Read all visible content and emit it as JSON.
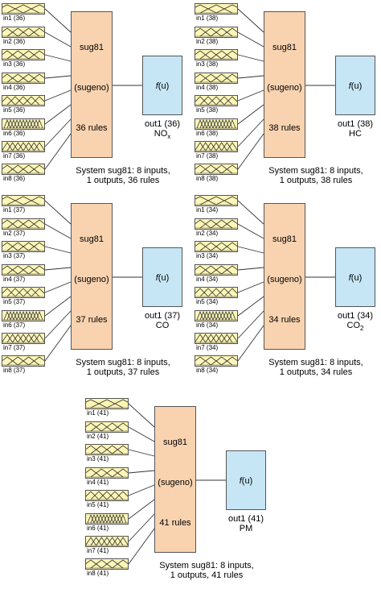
{
  "system": {
    "name": "sug81",
    "type_label": "(sugeno)",
    "func_label": "f(u)"
  },
  "panels": [
    {
      "inputs": [
        "in1 (36)",
        "in2 (36)",
        "in3 (36)",
        "in4 (36)",
        "in5 (36)",
        "in6 (36)",
        "in7 (36)",
        "in8 (36)"
      ],
      "rules": "36 rules",
      "out_label": "out1 (36)",
      "pollutant": "NOx",
      "pollutant_main": "NO",
      "pollutant_sub": "x",
      "caption_line1": "System sug81: 8 inputs,",
      "caption_line2": "1 outputs, 36 rules"
    },
    {
      "inputs": [
        "in1 (38)",
        "in2 (38)",
        "in3 (38)",
        "in4 (38)",
        "in5 (38)",
        "in6 (38)",
        "in7 (38)",
        "in8 (38)"
      ],
      "rules": "38 rules",
      "out_label": "out1 (38)",
      "pollutant": "HC",
      "pollutant_main": "HC",
      "pollutant_sub": "",
      "caption_line1": "System sug81: 8 inputs,",
      "caption_line2": "1 outputs, 38 rules"
    },
    {
      "inputs": [
        "in1 (37)",
        "in2 (37)",
        "in3 (37)",
        "in4 (37)",
        "in5 (37)",
        "in6 (37)",
        "in7 (37)",
        "in8 (37)"
      ],
      "rules": "37 rules",
      "out_label": "out1 (37)",
      "pollutant": "CO",
      "pollutant_main": "CO",
      "pollutant_sub": "",
      "caption_line1": "System sug81: 8 inputs,",
      "caption_line2": "1 outputs, 37 rules"
    },
    {
      "inputs": [
        "in1 (34)",
        "in2 (34)",
        "in3 (34)",
        "in4 (34)",
        "in5 (34)",
        "in6 (34)",
        "in7 (34)",
        "in8 (34)"
      ],
      "rules": "34 rules",
      "out_label": "out1 (34)",
      "pollutant": "CO2",
      "pollutant_main": "CO",
      "pollutant_sub": "2",
      "caption_line1": "System sug81: 8 inputs,",
      "caption_line2": "1 outputs, 34 rules"
    },
    {
      "inputs": [
        "in1 (41)",
        "in2 (41)",
        "in3 (41)",
        "in4 (41)",
        "in5 (41)",
        "in6 (41)",
        "in7 (41)",
        "in8 (41)"
      ],
      "rules": "41 rules",
      "out_label": "out1 (41)",
      "pollutant": "PM",
      "pollutant_main": "PM",
      "pollutant_sub": "",
      "caption_line1": "System sug81: 8 inputs,",
      "caption_line2": "1 outputs, 41 rules"
    }
  ],
  "colors": {
    "input_box": "#fdf6b6",
    "system_box": "#f9d3b0",
    "output_box": "#c6e6f6",
    "stroke": "#333333"
  }
}
